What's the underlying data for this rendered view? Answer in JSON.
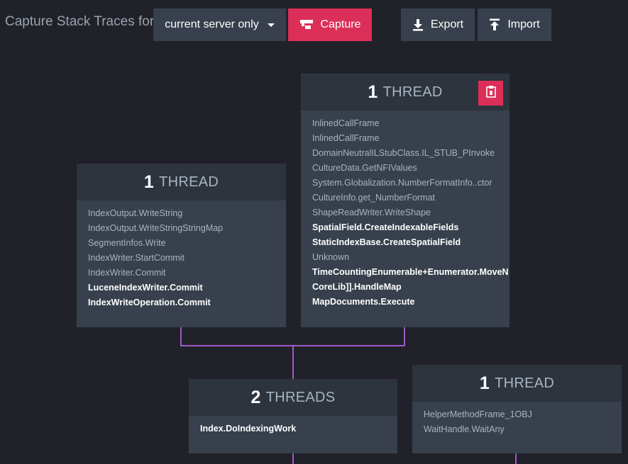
{
  "toolbar": {
    "label": "Capture Stack Traces for:",
    "server_select": "current server only",
    "capture_label": "Capture",
    "export_label": "Export",
    "import_label": "Import"
  },
  "colors": {
    "background": "#212229",
    "card": "#37404c",
    "card_header": "#2d343e",
    "accent_red": "#dc2f58",
    "connector": "#9d5bc4"
  },
  "cards": [
    {
      "count": "1",
      "unit": "THREAD",
      "frames": [
        {
          "text": "IndexOutput.WriteString",
          "bold": false
        },
        {
          "text": "IndexOutput.WriteStringStringMap",
          "bold": false
        },
        {
          "text": "SegmentInfos.Write",
          "bold": false
        },
        {
          "text": "IndexWriter.StartCommit",
          "bold": false
        },
        {
          "text": "IndexWriter.Commit",
          "bold": false
        },
        {
          "text": "LuceneIndexWriter.Commit",
          "bold": true
        },
        {
          "text": "IndexWriteOperation.Commit",
          "bold": true
        }
      ]
    },
    {
      "count": "1",
      "unit": "THREAD",
      "copy_icon": "clipboard-icon",
      "frames": [
        {
          "text": "InlinedCallFrame",
          "bold": false
        },
        {
          "text": "InlinedCallFrame",
          "bold": false
        },
        {
          "text": "DomainNeutralILStubClass.IL_STUB_PInvoke",
          "bold": false
        },
        {
          "text": "CultureData.GetNFIValues",
          "bold": false
        },
        {
          "text": "System.Globalization.NumberFormatInfo..ctor",
          "bold": false
        },
        {
          "text": "CultureInfo.get_NumberFormat",
          "bold": false
        },
        {
          "text": "ShapeReadWriter.WriteShape",
          "bold": false
        },
        {
          "text": "SpatialField.CreateIndexableFields",
          "bold": true
        },
        {
          "text": "StaticIndexBase.CreateSpatialField",
          "bold": true
        },
        {
          "text": "Unknown",
          "bold": false
        },
        {
          "text": "TimeCountingEnumerable+Enumerator.MoveN",
          "bold": true
        },
        {
          "text": "CoreLib]].HandleMap",
          "bold": true
        },
        {
          "text": "MapDocuments.Execute",
          "bold": true
        }
      ]
    },
    {
      "count": "2",
      "unit": "THREADS",
      "frames": [
        {
          "text": "Index.DoIndexingWork",
          "bold": true
        }
      ]
    },
    {
      "count": "1",
      "unit": "THREAD",
      "frames": [
        {
          "text": "HelperMethodFrame_1OBJ",
          "bold": false
        },
        {
          "text": "WaitHandle.WaitAny",
          "bold": false
        }
      ]
    }
  ]
}
